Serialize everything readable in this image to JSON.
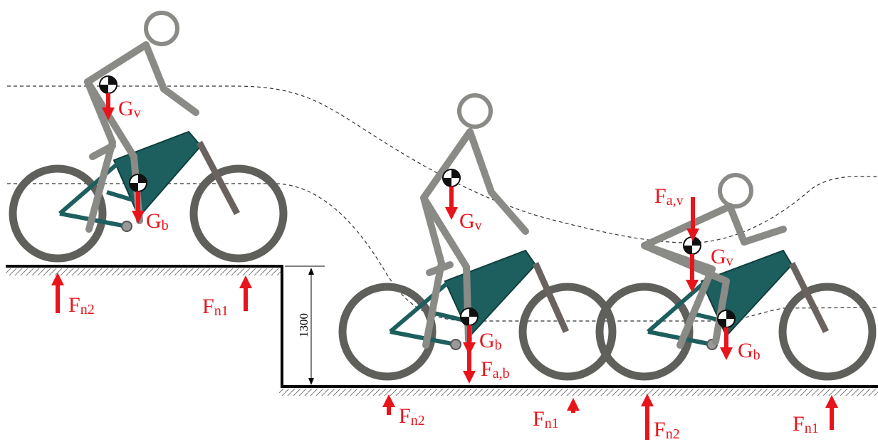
{
  "diagram": {
    "dimension_label": "1300",
    "labels": {
      "gv": {
        "main": "G",
        "sub": "v"
      },
      "gb": {
        "main": "G",
        "sub": "b"
      },
      "fn1": {
        "main": "F",
        "sub": "n1"
      },
      "fn2": {
        "main": "F",
        "sub": "n2"
      },
      "fab": {
        "main": "F",
        "sub": "a,b"
      },
      "fav": {
        "main": "F",
        "sub": "a,v"
      }
    },
    "colors": {
      "frame": "#1d5f5e",
      "rider": "#8a8a86",
      "tire": "#5f5f5b",
      "force": "#e8141b",
      "ground": "#000000"
    }
  }
}
